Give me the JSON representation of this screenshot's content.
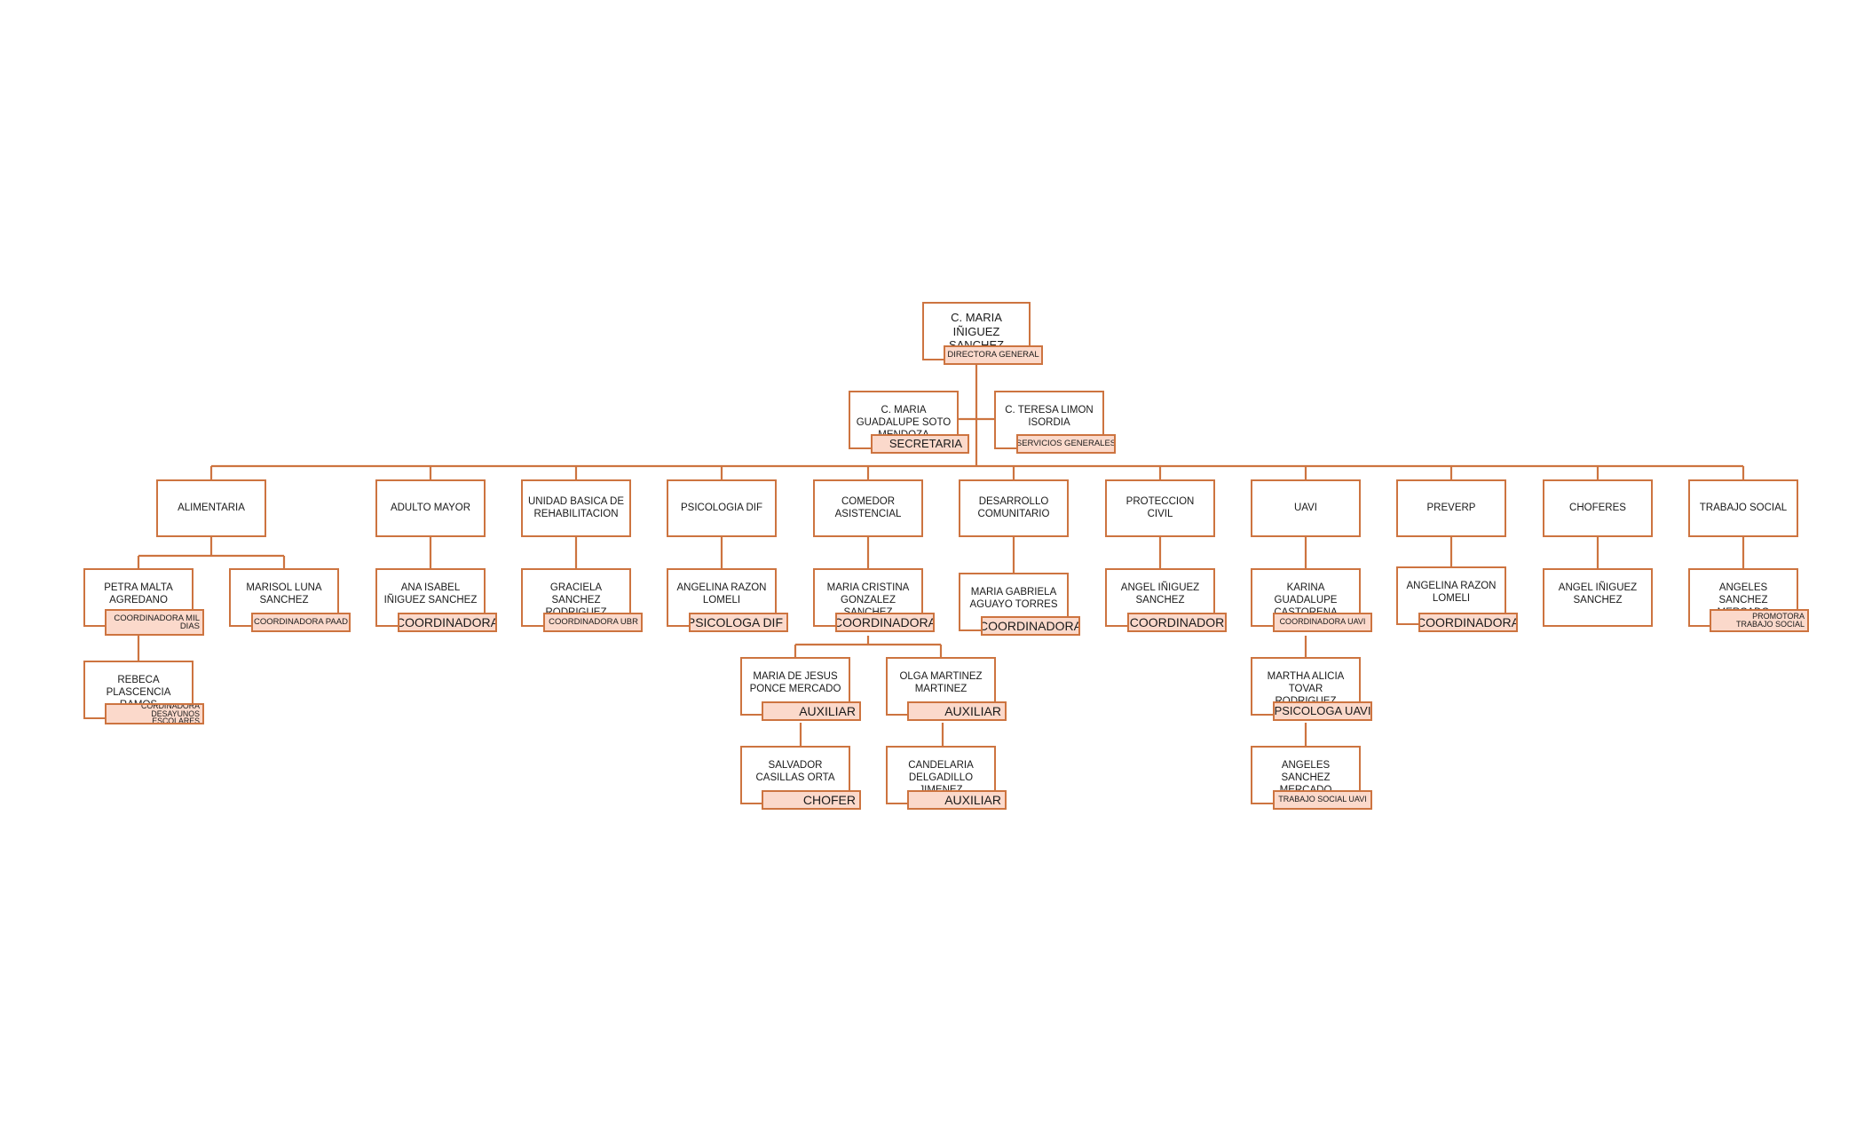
{
  "colors": {
    "line": "#cd7440",
    "box_border": "#cd7440",
    "tag_fill": "#fbd9cb",
    "text": "#1a1a1a",
    "background": "#ffffff"
  },
  "director": {
    "name": "C. MARIA IÑIGUEZ SANCHEZ",
    "role": "DIRECTORA GENERAL"
  },
  "secretaria": {
    "name": "C. MARIA GUADALUPE SOTO MENDOZA",
    "role": "SECRETARIA"
  },
  "servicios": {
    "name": "C. TERESA LIMON ISORDIA",
    "role": "SERVICIOS GENERALES"
  },
  "departments": {
    "alimentaria": "ALIMENTARIA",
    "adulto": "ADULTO MAYOR",
    "ubr": "UNIDAD BASICA DE REHABILITACION",
    "psico": "PSICOLOGIA DIF",
    "comedor": "COMEDOR ASISTENCIAL",
    "desarrollo": "DESARROLLO COMUNITARIO",
    "proteccion": "PROTECCION CIVIL",
    "uavi": "UAVI",
    "preverp": "PREVERP",
    "choferes": "CHOFERES",
    "trabajo": "TRABAJO SOCIAL"
  },
  "staff": {
    "petra": {
      "name": "PETRA MALTA AGREDANO",
      "role": "COORDINADORA MIL DIAS"
    },
    "marisol": {
      "name": "MARISOL LUNA SANCHEZ",
      "role": "COORDINADORA PAAD"
    },
    "rebeca": {
      "name": "REBECA PLASCENCIA RAMOS",
      "role": "CORDINADORA DESAYUNOS ESCOLARES"
    },
    "anaisabel": {
      "name": "ANA ISABEL IÑIGUEZ SANCHEZ",
      "role": "COORDINADORA"
    },
    "graciela": {
      "name": "GRACIELA SANCHEZ RODRIGUEZ",
      "role": "COORDINADORA UBR"
    },
    "angelina1": {
      "name": "ANGELINA RAZON LOMELI",
      "role": "PSICOLOGA DIF"
    },
    "mariacristina": {
      "name": "MARIA CRISTINA GONZALEZ SANCHEZ",
      "role": "COORDINADORA"
    },
    "mariajesus": {
      "name": "MARIA DE JESUS PONCE MERCADO",
      "role": "AUXILIAR"
    },
    "olga": {
      "name": "OLGA MARTINEZ MARTINEZ",
      "role": "AUXILIAR"
    },
    "salvador": {
      "name": "SALVADOR CASILLAS ORTA",
      "role": "CHOFER"
    },
    "candelaria": {
      "name": "CANDELARIA DELGADILLO JIMENEZ",
      "role": "AUXILIAR"
    },
    "gabriela": {
      "name": "MARIA GABRIELA AGUAYO TORRES",
      "role": "COORDINADORA"
    },
    "angel1": {
      "name": "ANGEL IÑIGUEZ SANCHEZ",
      "role": "COORDINADOR"
    },
    "karina": {
      "name": "KARINA GUADALUPE CASTORENA SANCHEZ",
      "role": "COORDINADORA UAVI"
    },
    "martha": {
      "name": "MARTHA ALICIA TOVAR RODRIGUEZ",
      "role": "PSICOLOGA UAVI"
    },
    "angeles1": {
      "name": "ANGELES SANCHEZ MERCADO",
      "role": "TRABAJO SOCIAL UAVI"
    },
    "angelina2": {
      "name": "ANGELINA RAZON LOMELI",
      "role": "COORDINADORA"
    },
    "angel2": {
      "name": "ANGEL IÑIGUEZ SANCHEZ"
    },
    "angeles2": {
      "name": "ANGELES SANCHEZ MERCADO",
      "role": "PROMOTORA TRABAJO SOCIAL"
    }
  }
}
